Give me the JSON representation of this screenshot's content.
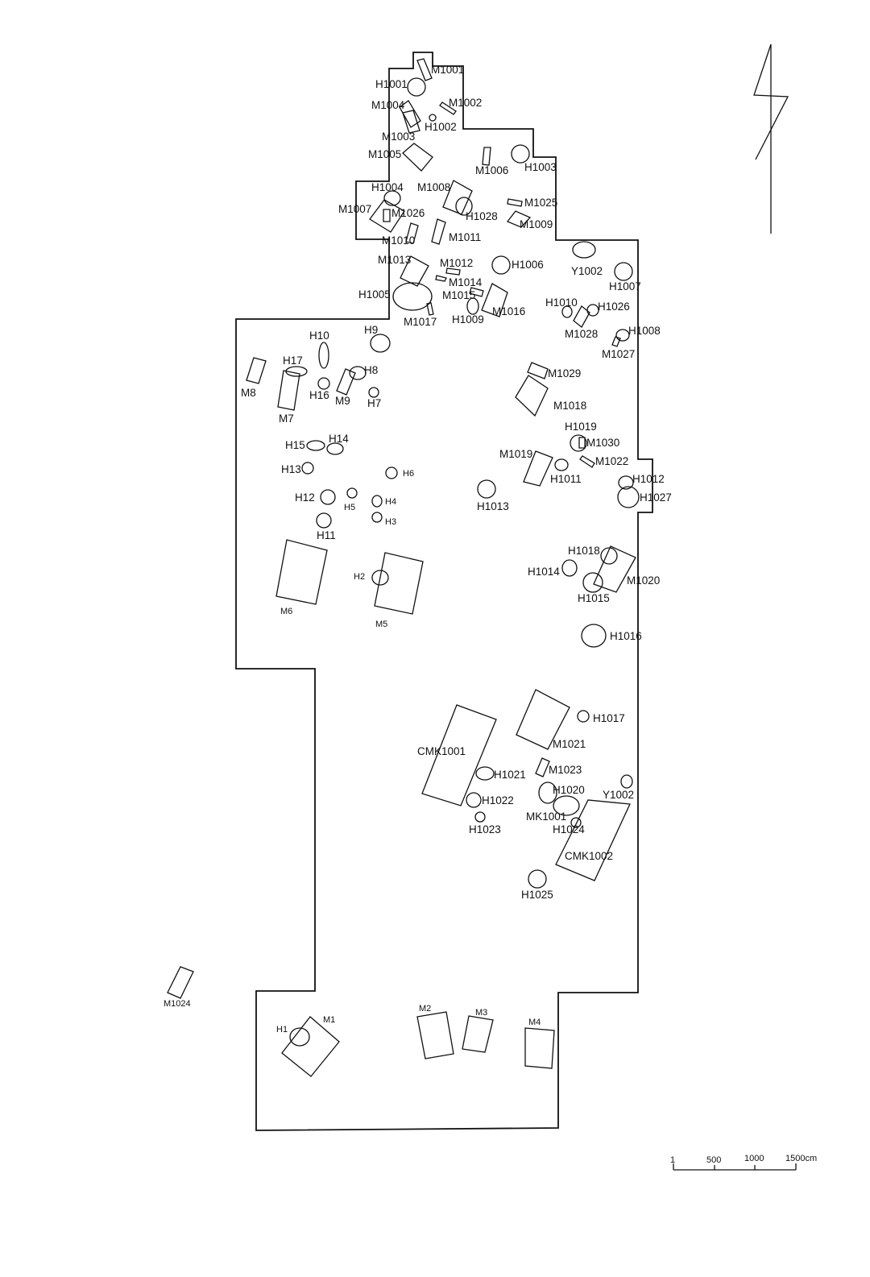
{
  "labels": [
    "M1001",
    "H1001",
    "M1004",
    "M1002",
    "H1002",
    "M1003",
    "M1005",
    "M1006",
    "H1003",
    "H1004",
    "M1008",
    "M1007",
    "M1026",
    "H1028",
    "M1025",
    "M1009",
    "M1010",
    "M1011",
    "M1013",
    "M1012",
    "H1006",
    "Y1002",
    "H1007",
    "M1014",
    "H1005",
    "M1015",
    "M1016",
    "H1009",
    "M1017",
    "H1010",
    "H1026",
    "M1028",
    "H1008",
    "M1027",
    "H10",
    "H9",
    "H17",
    "H8",
    "H16",
    "M9",
    "H7",
    "M8",
    "M7",
    "M1029",
    "M1018",
    "H1019",
    "M1030",
    "M1019",
    "M1022",
    "H1011",
    "H1012",
    "H1027",
    "H15",
    "H14",
    "H13",
    "H6",
    "H12",
    "H5",
    "H4",
    "H3",
    "H1013",
    "H11",
    "H1018",
    "H1014",
    "M1020",
    "H1015",
    "H2",
    "M6",
    "M5",
    "H1016",
    "H1017",
    "M1021",
    "CMK1001",
    "M1023",
    "H1021",
    "H1020",
    "Y1002",
    "H1022",
    "MK1001",
    "H1024",
    "H1023",
    "CMK1002",
    "H1025",
    "M1024",
    "M2",
    "M3",
    "M4",
    "H1",
    "M1"
  ],
  "scale_bar": {
    "ticks": [
      "1",
      "500",
      "1000",
      "1500cm"
    ]
  }
}
